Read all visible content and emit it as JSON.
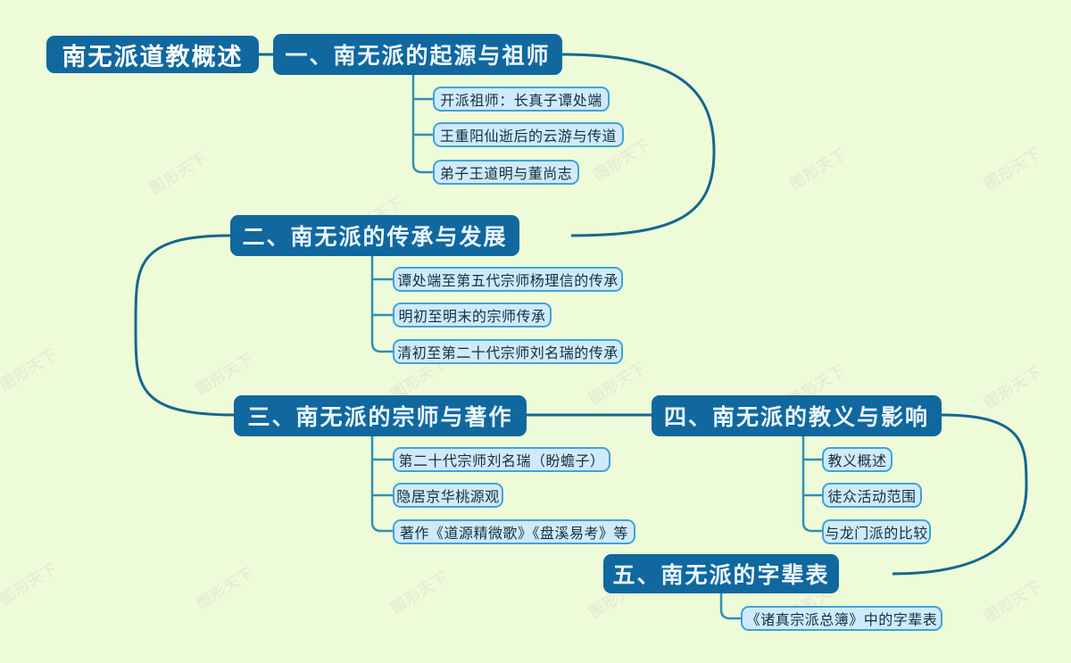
{
  "meta": {
    "watermark_text": "图形天下",
    "background_color": "#eefbd8",
    "node_color": "#10689f",
    "leaf_color": "#cfeafb",
    "leaf_border_color": "#3fa3d8",
    "link_color": "#12688f"
  },
  "root": {
    "label": "南无派道教概述"
  },
  "branches": [
    {
      "label": "一、南无派的起源与祖师",
      "children": [
        {
          "label": "开派祖师：长真子谭处端"
        },
        {
          "label": "王重阳仙逝后的云游与传道"
        },
        {
          "label": "弟子王道明与董尚志"
        }
      ]
    },
    {
      "label": "二、南无派的传承与发展",
      "children": [
        {
          "label": "谭处端至第五代宗师杨理信的传承"
        },
        {
          "label": "明初至明末的宗师传承"
        },
        {
          "label": "清初至第二十代宗师刘名瑞的传承"
        }
      ]
    },
    {
      "label": "三、南无派的宗师与著作",
      "children": [
        {
          "label": "第二十代宗师刘名瑞（盼蟾子）"
        },
        {
          "label": "隐居京华桃源观"
        },
        {
          "label": "著作《道源精微歌》《盘溪易考》等"
        }
      ]
    },
    {
      "label": "四、南无派的教义与影响",
      "children": [
        {
          "label": "教义概述"
        },
        {
          "label": "徒众活动范围"
        },
        {
          "label": "与龙门派的比较"
        }
      ]
    },
    {
      "label": "五、南无派的字辈表",
      "children": [
        {
          "label": "《诸真宗派总簿》中的字辈表"
        }
      ]
    }
  ]
}
